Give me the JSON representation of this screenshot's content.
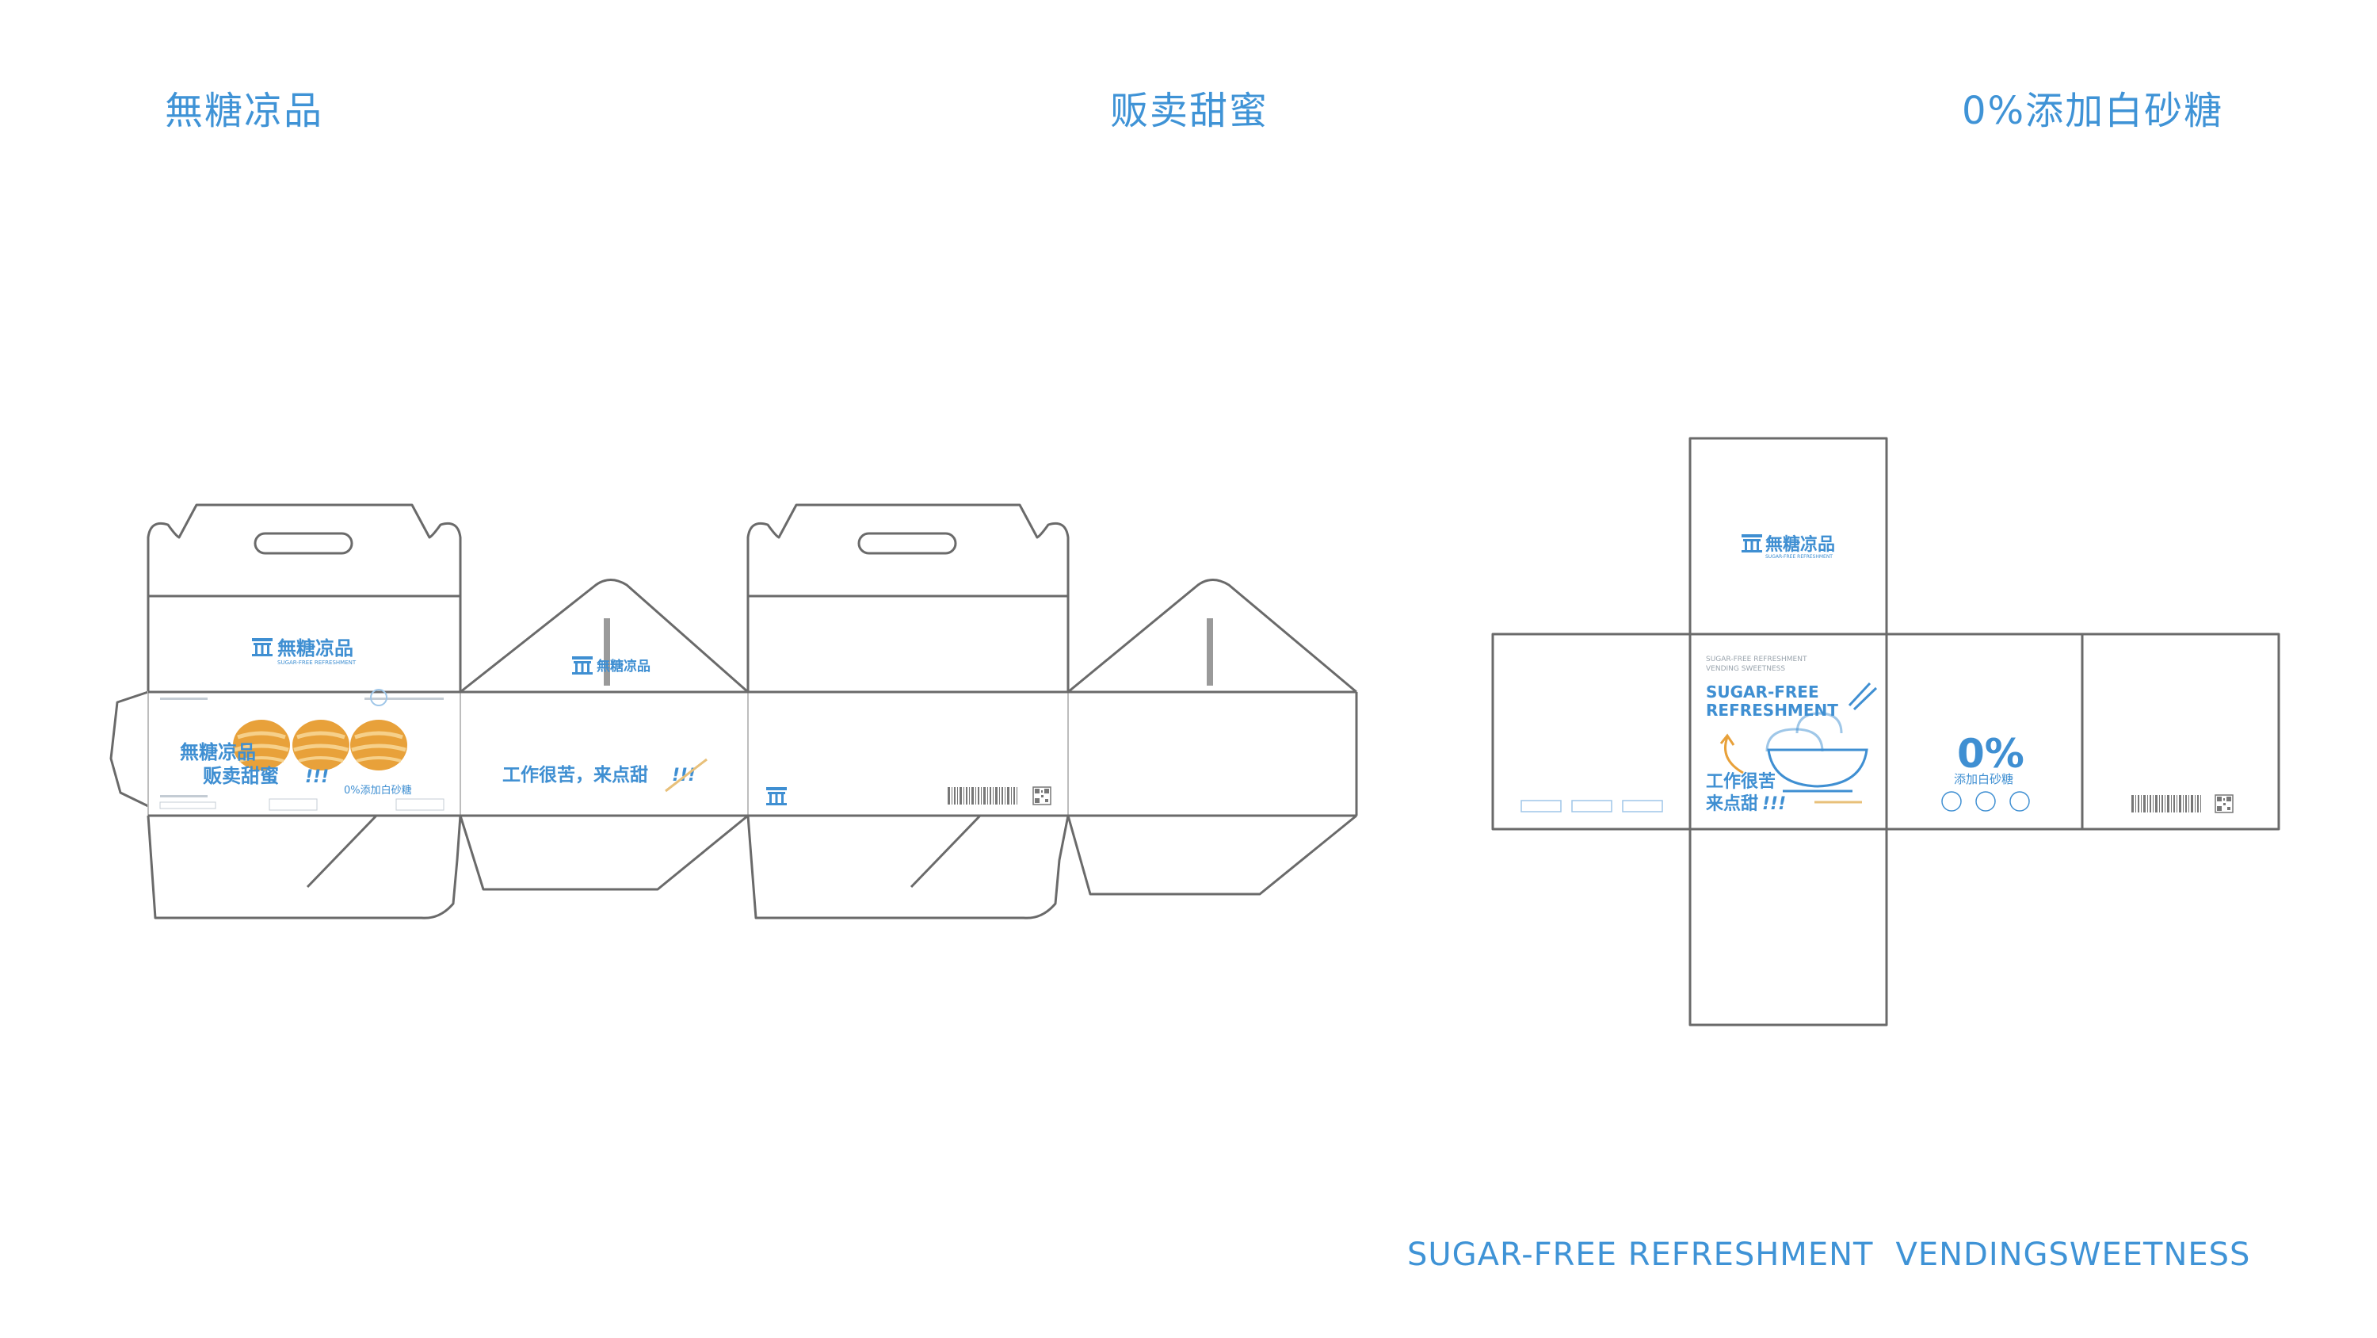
{
  "headers": {
    "left": "無糖凉品",
    "center": "贩卖甜蜜",
    "right": "0%添加白砂糖"
  },
  "footer": {
    "part1": "SUGAR-FREE REFRESHMENT",
    "part2": "VENDINGSWEETNESS"
  },
  "box1": {
    "logo_text": "無糖凉品",
    "logo_sub": "SUGAR-FREE REFRESHMENT",
    "front_title_line1": "無糖凉品",
    "front_title_line2": "贩卖甜蜜",
    "front_exclaim": "!!!",
    "front_tagline": "0%添加白砂糖",
    "side_slogan": "工作很苦，来点甜",
    "side_exclaim": "!!!"
  },
  "box2": {
    "logo_text": "無糖凉品",
    "logo_sub": "SUGAR-FREE REFRESHMENT",
    "en_small_line1": "SUGAR-FREE REFRESHMENT",
    "en_small_line2": "VENDING SWEETNESS",
    "en_big_line1": "SUGAR-FREE",
    "en_big_line2": "REFRESHMENT",
    "cn_line1": "工作很苦",
    "cn_line2": "来点甜",
    "cn_exclaim": "!!!",
    "percent": "0%",
    "percent_caption": "添加白砂糖"
  },
  "colors": {
    "brand_blue": "#3f8fd2",
    "header_blue": "#3f93d6",
    "accent_gold": "#e8a13a",
    "dieline": "#6a6a6a"
  },
  "icons": [
    "logo-icon",
    "barcode-icon",
    "qr-code-icon",
    "ice-cream-bowl-icon",
    "croissant-icon"
  ]
}
